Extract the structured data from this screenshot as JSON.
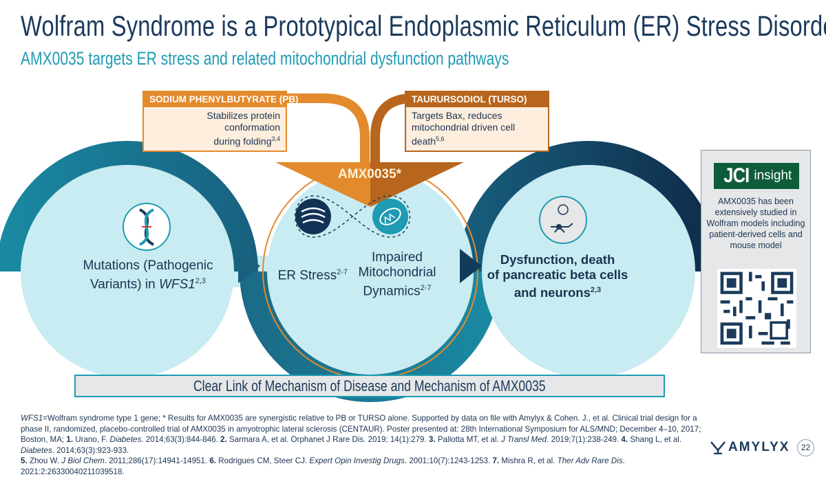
{
  "header": {
    "title": "Wolfram Syndrome is a Prototypical Endoplasmic Reticulum (ER) Stress Disorder",
    "title_ref": "1",
    "subtitle": "AMX0035 targets ER stress and related mitochondrial dysfunction pathways"
  },
  "drugs": {
    "pb": {
      "header": "SODIUM PHENYLBUTYRATE (PB)",
      "line1": "Stabilizes protein conformation",
      "line2": "during folding",
      "ref": "3,4"
    },
    "turso": {
      "header": "TAURURSODIOL (TURSO)",
      "line1": "Targets Bax, reduces",
      "line2": "mitochondrial driven cell death",
      "ref": "5,6"
    },
    "combined": "AMX0035*"
  },
  "circles": {
    "left": {
      "line1": "Mutations (Pathogenic",
      "line2a": "Variants) in ",
      "line2b": "WFS1",
      "ref": "2,3",
      "icon": "dna-icon"
    },
    "middle": {
      "er": "ER Stress",
      "er_ref": "2-7",
      "mito1": "Impaired",
      "mito2": "Mitochondrial",
      "mito3": "Dynamics",
      "mito_ref": "2-7",
      "icons": [
        "er-icon",
        "mitochondria-icon"
      ]
    },
    "right": {
      "line1": "Dysfunction, death",
      "line2": "of pancreatic beta cells",
      "line3": "and neurons",
      "ref": "2,3",
      "icon": "neuron-cell-icon"
    }
  },
  "panel": {
    "logo_a": "JCI",
    "logo_b": "insight",
    "text": "AMX0035 has been extensively studied in Wolfram models including patient-derived cells and mouse model"
  },
  "banner": "Clear Link of Mechanism of Disease and Mechanism of AMX0035",
  "footnote": {
    "p1_i": "WFS1",
    "p1": "=Wolfram syndrome type 1 gene; * Results for AMX0035 are synergistic relative to PB or TURSO alone. Supported by data on file with Amylyx & Cohen. J., et al. Clinical trial design for a phase II, randomized, placebo-controlled trial of AMX0035 in amyotrophic lateral sclerosis (CENTAUR). Poster presented at: 28th International Symposium for ALS/MND; December 4–10, 2017; Boston, MA; ",
    "r1n": "1.",
    "r1": " Urano, F. ",
    "r1j": "Diabetes",
    "r1b": ". 2014;63(3):844-846. ",
    "r2n": "2.",
    "r2": " Sarmara A, et al. Orphanet J Rare Dis. 2019; 14(1):279. ",
    "r3n": "3.",
    "r3": " Pallotta MT, et al. ",
    "r3j": "J Transl Med",
    "r3b": ". 2019;7(1):238-249. ",
    "r4n": "4.",
    "r4": " Shang L, et al. ",
    "r4j": "Diabetes",
    "r4b": ". 2014;63(3):923-933. ",
    "r5n": "5.",
    "r5": " Zhou W. ",
    "r5j": "J Biol Chem",
    "r5b": ". 2011;286(17):14941-14951. ",
    "r6n": "6.",
    "r6": " Rodrigues CM, Steer CJ. ",
    "r6j": "Expert Opin Investig Drugs",
    "r6b": ". 2001;10(7):1243-1253. ",
    "r7n": "7.",
    "r7": " Mishra R, et al. ",
    "r7j": "Ther Adv Rare Dis",
    "r7b": ". 2021:2:26330040211039518."
  },
  "brand": {
    "name": "AMYLYX",
    "page": "22"
  },
  "colors": {
    "navy": "#1b3a5c",
    "teal": "#1f9bb3",
    "light": "#c8ecf1",
    "orange": "#e38a2c",
    "brown": "#b8661d"
  }
}
